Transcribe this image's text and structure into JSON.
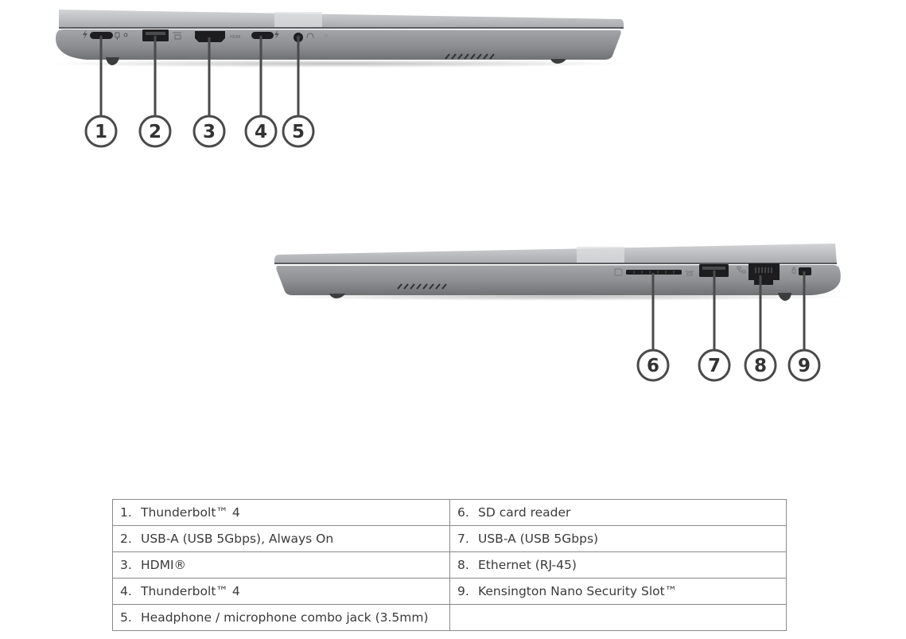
{
  "callouts": {
    "left_side": [
      "1",
      "2",
      "3",
      "4",
      "5"
    ],
    "right_side": [
      "6",
      "7",
      "8",
      "9"
    ]
  },
  "icons": {
    "left": [
      "thunderbolt-icon",
      "power-plug-icon",
      "battery-icon",
      "thunderbolt-icon",
      "headset-icon"
    ],
    "right": [
      "sd-card-icon",
      "usb-icon",
      "ethernet-icon",
      "lock-icon"
    ]
  },
  "port_labels": {
    "hdmi": "HDMI"
  },
  "table": {
    "rows": [
      {
        "left": {
          "num": "1.",
          "label": "Thunderbolt™ 4"
        },
        "right": {
          "num": "6.",
          "label": "SD card reader"
        }
      },
      {
        "left": {
          "num": "2.",
          "label": "USB-A (USB 5Gbps), Always On"
        },
        "right": {
          "num": "7.",
          "label": "USB-A (USB 5Gbps)"
        }
      },
      {
        "left": {
          "num": "3.",
          "label": "HDMI®"
        },
        "right": {
          "num": "8.",
          "label": "Ethernet (RJ-45)"
        }
      },
      {
        "left": {
          "num": "4.",
          "label": "Thunderbolt™ 4"
        },
        "right": {
          "num": "9.",
          "label": "Kensington Nano Security Slot™"
        }
      },
      {
        "left": {
          "num": "5.",
          "label": "Headphone / microphone combo jack (3.5mm)"
        },
        "right": {
          "num": "",
          "label": ""
        }
      }
    ]
  },
  "colors": {
    "chassis_lid": "#b9babd",
    "chassis_base": "#8f9194",
    "chassis_dark": "#5d5f62",
    "callout_stroke": "#4a4a4a",
    "port_black": "#1d1d1f"
  }
}
